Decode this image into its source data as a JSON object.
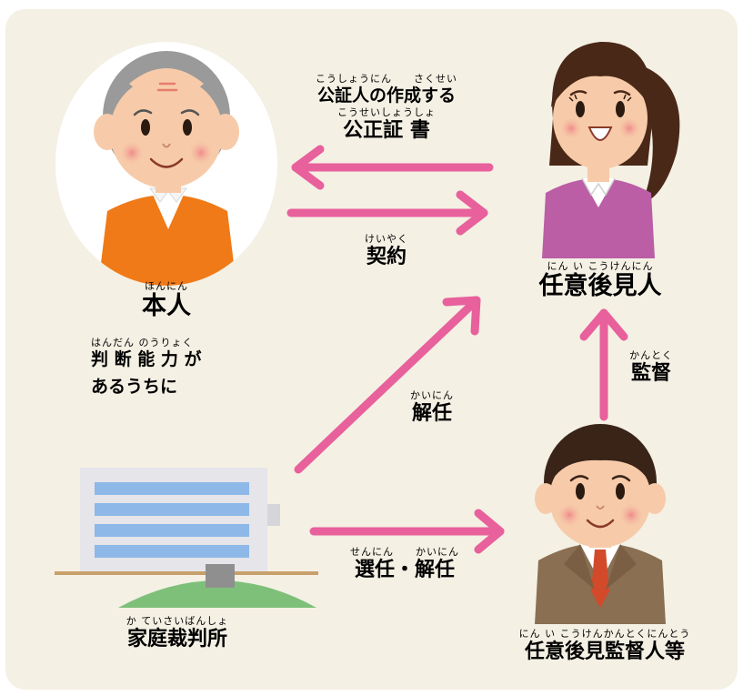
{
  "nodes": {
    "principal": {
      "ruby": "ほんにん",
      "label": "本人",
      "note_ruby": "はんだん のうりょく",
      "note_line1": "判 断 能 力 が",
      "note_line2": "あるうちに"
    },
    "guardian": {
      "ruby": "にん い こうけんにん",
      "label": "任意後見人"
    },
    "court": {
      "ruby": "か ていさいばんしょ",
      "label": "家庭裁判所"
    },
    "supervisor": {
      "ruby": "にん い こうけんかんとくにんとう",
      "label": "任意後見監督人等"
    }
  },
  "edges": {
    "notarial": {
      "ruby1": "こうしょうにん　　さくせい",
      "line1": "公証人の作成する",
      "ruby2": "こうせいしょうしょ",
      "line2": "公正証 書"
    },
    "contract": {
      "ruby": "けいやく",
      "label": "契約"
    },
    "dismissal": {
      "ruby": "かいにん",
      "label": "解任"
    },
    "supervision": {
      "ruby": "かんとく",
      "label": "監督"
    },
    "appoint_dismiss": {
      "ruby": "せんにん　　かいにん",
      "label": "選任・解任"
    }
  },
  "colors": {
    "arrow": "#e8609c",
    "panel": "#f4f0e4",
    "elder_shirt": "#f07a18",
    "guardian_shirt": "#bb5ea6",
    "supervisor_suit": "#8a6f52",
    "tie": "#d24a2a",
    "building": "#e5e5ea",
    "window": "#8db8e8",
    "hill": "#7ec07a"
  }
}
